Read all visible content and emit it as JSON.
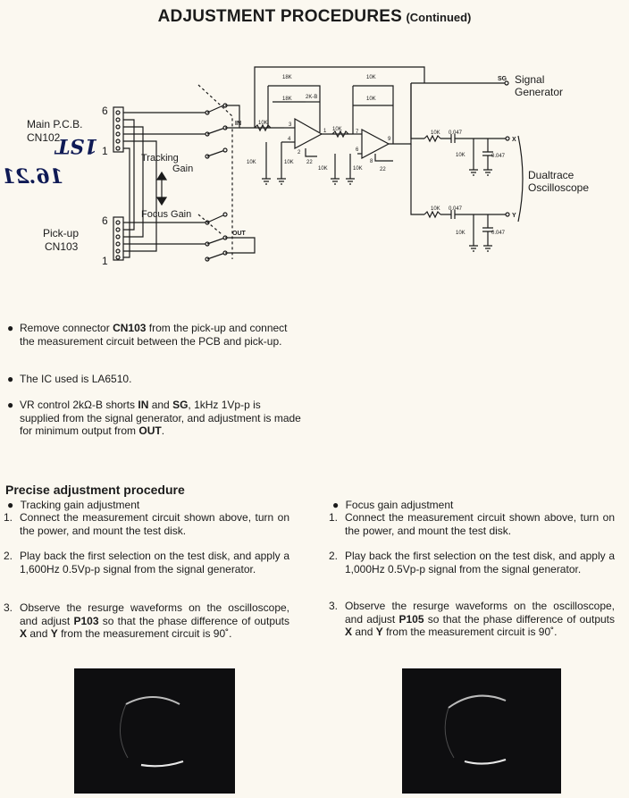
{
  "title": {
    "main": "ADJUSTMENT PROCEDURES",
    "sub": "(Continued)"
  },
  "handwriting": {
    "top": "1ST",
    "bottom": "16.21"
  },
  "schematic": {
    "main_pcb_label": "Main P.C.B.",
    "main_pcb_connector": "CN102",
    "pickup_label": "Pick-up",
    "pickup_connector": "CN103",
    "pin_top": "6",
    "pin_bottom": "1",
    "tracking_gain": "Tracking",
    "tracking_gain2": "Gain",
    "focus_gain": "Focus Gain",
    "in_label": "IN",
    "out_label": "OUT",
    "sg_label": "SG",
    "signal_generator_1": "Signal",
    "signal_generator_2": "Generator",
    "dualtrace_1": "Dualtrace",
    "dualtrace_2": "Oscilloscope",
    "x_label": "X",
    "y_label": "Y",
    "r18k": "18K",
    "r2kb": "2K-B",
    "r10k": "10K",
    "c0047": "0.047",
    "r22": "22",
    "pin1": "1",
    "pin2": "2",
    "pin3": "3",
    "pin4": "4",
    "pin6": "6",
    "pin7": "7",
    "pin8": "8",
    "pin9": "9"
  },
  "bullets": [
    {
      "pre": "Remove connector ",
      "b1": "CN103",
      "post": " from the pick-up and connect the measurement circuit between the PCB and pick-up."
    },
    {
      "pre": "The IC used is LA6510.",
      "b1": "",
      "post": ""
    },
    {
      "pre": "VR control 2kΩ-B shorts ",
      "b1": "IN",
      "mid": " and ",
      "b2": "SG",
      "post": ", 1kHz 1Vp-p is supplied from the signal generator, and adjustment is made for minimum output from ",
      "b3": "OUT",
      "end": "."
    }
  ],
  "precise": {
    "heading": "Precise adjustment procedure",
    "tracking_title": "Tracking gain adjustment",
    "focus_title": "Focus gain adjustment",
    "tracking_steps": [
      {
        "n": "1.",
        "text": "Connect the measurement circuit shown above, turn on the power, and mount the test disk."
      },
      {
        "n": "2.",
        "text": "Play back the first selection on the test disk, and apply a 1,600Hz 0.5Vp-p signal from the signal generator."
      },
      {
        "n": "3.",
        "pre": "Observe the resurge waveforms on the oscilloscope, and adjust ",
        "b1": "P103",
        "mid": " so that the phase difference of outputs ",
        "b2": "X",
        "mid2": " and ",
        "b3": "Y",
        "post": " from the measurement circuit is 90˚."
      }
    ],
    "focus_steps": [
      {
        "n": "1.",
        "text": "Connect the measurement circuit shown above, turn on the power, and mount the test disk."
      },
      {
        "n": "2.",
        "text": "Play back the first selection on the test disk, and apply a 1,000Hz 0.5Vp-p signal from the signal generator."
      },
      {
        "n": "3.",
        "pre": "Observe the resurge waveforms on the oscilloscope, and adjust ",
        "b1": "P105",
        "mid": " so that the phase difference of outputs ",
        "b2": "X",
        "mid2": " and ",
        "b3": "Y",
        "post": " from the measurement circuit is 90˚."
      }
    ]
  },
  "bullet_glyph": "●"
}
